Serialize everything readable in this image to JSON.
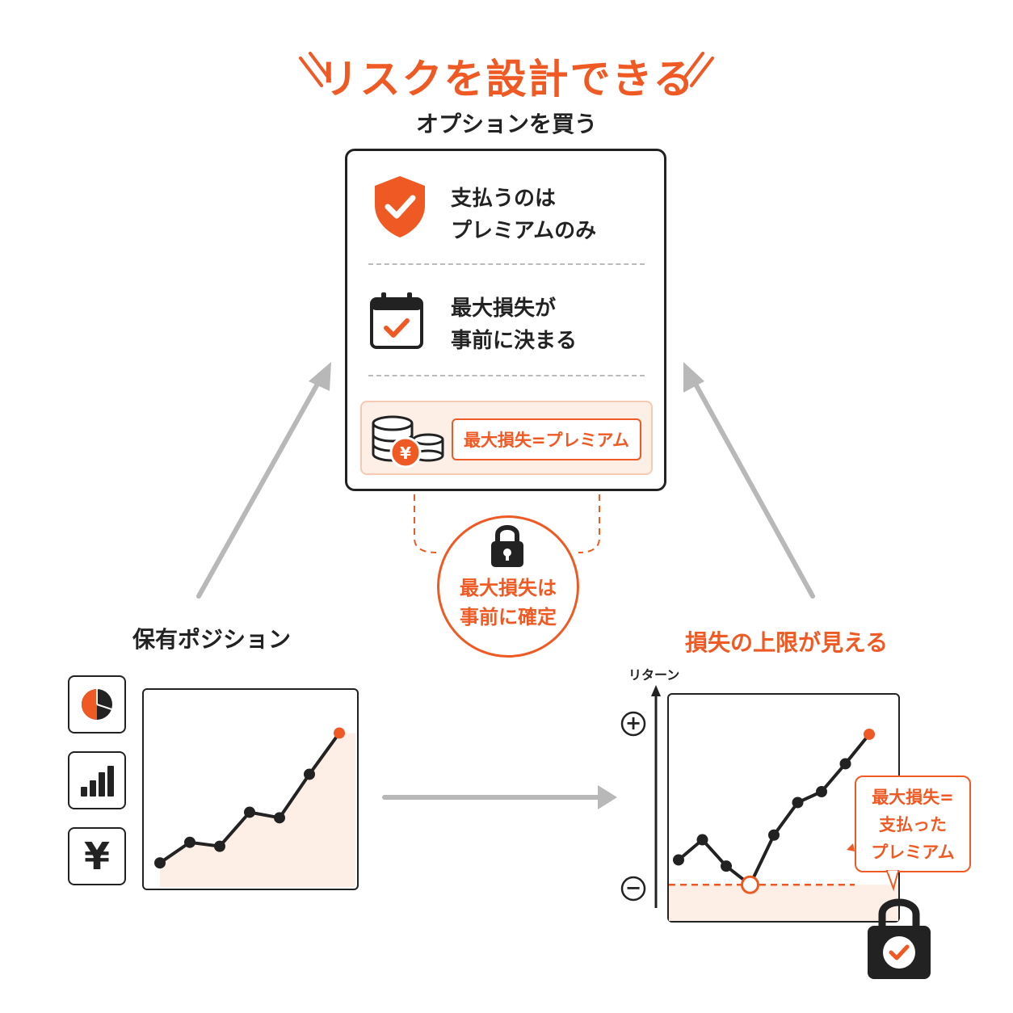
{
  "header": {
    "title": "リスクを設計できる",
    "subtitle": "オプションを買う"
  },
  "option_card": {
    "features": [
      {
        "icon": "shield-check-icon",
        "line1": "支払うのは",
        "line2": "プレミアムのみ"
      },
      {
        "icon": "calendar-check-icon",
        "line1": "最大損失が",
        "line2": "事前に決まる"
      }
    ],
    "formula": {
      "icon": "coins-yen-icon",
      "text": "最大損失=プレミアム"
    }
  },
  "lock_badge": {
    "icon": "padlock-icon",
    "line1": "最大損失は",
    "line2": "事前に確定"
  },
  "holding": {
    "title": "保有ポジション",
    "icons": [
      "pie-chart-icon",
      "bar-chart-icon",
      "yen-icon"
    ],
    "yen_symbol": "¥"
  },
  "limit_view": {
    "title": "損失の上限が見える",
    "y_axis_label": "リターン",
    "plus_symbol": "+",
    "minus_symbol": "−",
    "callout": {
      "line1": "最大損失=",
      "line2": "支払った",
      "line3": "プレミアム"
    },
    "lock_icon": "padlock-check-icon"
  },
  "colors": {
    "accent": "#ef5a24",
    "dark": "#222222",
    "arrow": "#b8b8b8",
    "fill": "#fdeee6"
  },
  "chart_data": [
    {
      "type": "line",
      "x": [
        0,
        1,
        2,
        3,
        4,
        5,
        6
      ],
      "values": [
        1,
        3.6,
        3.1,
        7.4,
        6.7,
        12.2,
        17.4
      ],
      "ylim": [
        0,
        20
      ]
    },
    {
      "type": "line",
      "x": [
        0,
        1,
        2,
        3,
        4,
        5,
        6,
        7,
        8
      ],
      "values": [
        3.2,
        5.8,
        2.4,
        0,
        6.4,
        10.6,
        12.0,
        15.6,
        19.4
      ],
      "ylim": [
        -3,
        22
      ],
      "floor": 0
    }
  ]
}
